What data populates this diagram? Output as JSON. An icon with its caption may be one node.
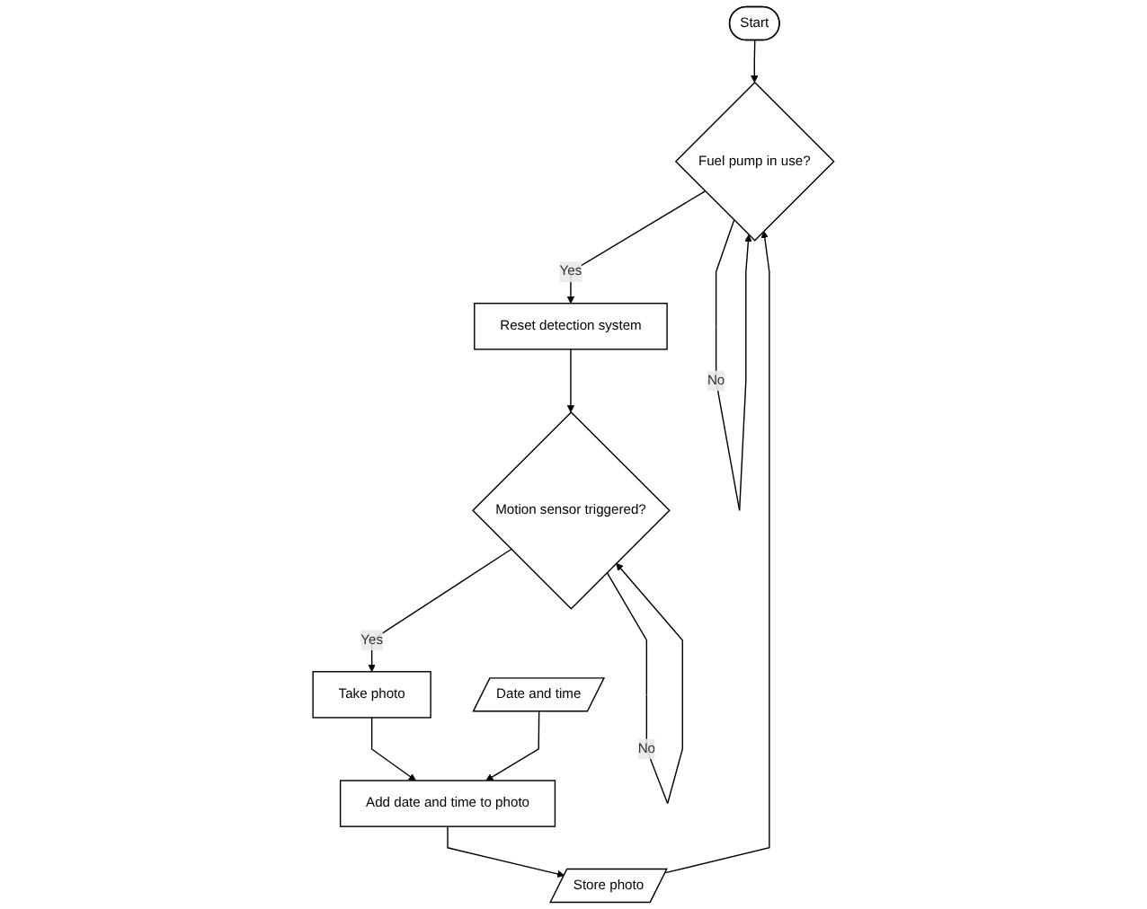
{
  "diagram": {
    "nodes": [
      {
        "text": [
          "Start"
        ]
      },
      {
        "text": [
          "Fuel pump in use?"
        ]
      },
      {
        "text": [
          "Reset detection system"
        ]
      },
      {
        "text": [
          "Motion sensor triggered?"
        ]
      },
      {
        "text": [
          "Date and time"
        ]
      },
      {
        "text": [
          "Take photo"
        ]
      },
      {
        "text": [
          "Add date and time to photo"
        ]
      },
      {
        "text": [
          "Store photo"
        ]
      }
    ],
    "edges": [
      {
        "from": 0,
        "to": 1,
        "arrow": "to"
      },
      {
        "from": 1,
        "to": 2,
        "label": "Yes",
        "arrow": "to"
      },
      {
        "from": 1,
        "to": 1,
        "label": "No",
        "arrow": "to"
      },
      {
        "from": 2,
        "to": 3,
        "arrow": "to"
      },
      {
        "from": 3,
        "to": 3,
        "label": "No",
        "arrow": "to"
      },
      {
        "from": 3,
        "to": 5,
        "label": "Yes",
        "arrow": "to"
      },
      {
        "from": 5,
        "to": 6,
        "arrow": "to"
      },
      {
        "from": 4,
        "to": 6,
        "arrow": "to"
      },
      {
        "from": 6,
        "to": 7,
        "arrow": "to"
      },
      {
        "from": 7,
        "to": 1,
        "arrow": "to"
      }
    ]
  }
}
